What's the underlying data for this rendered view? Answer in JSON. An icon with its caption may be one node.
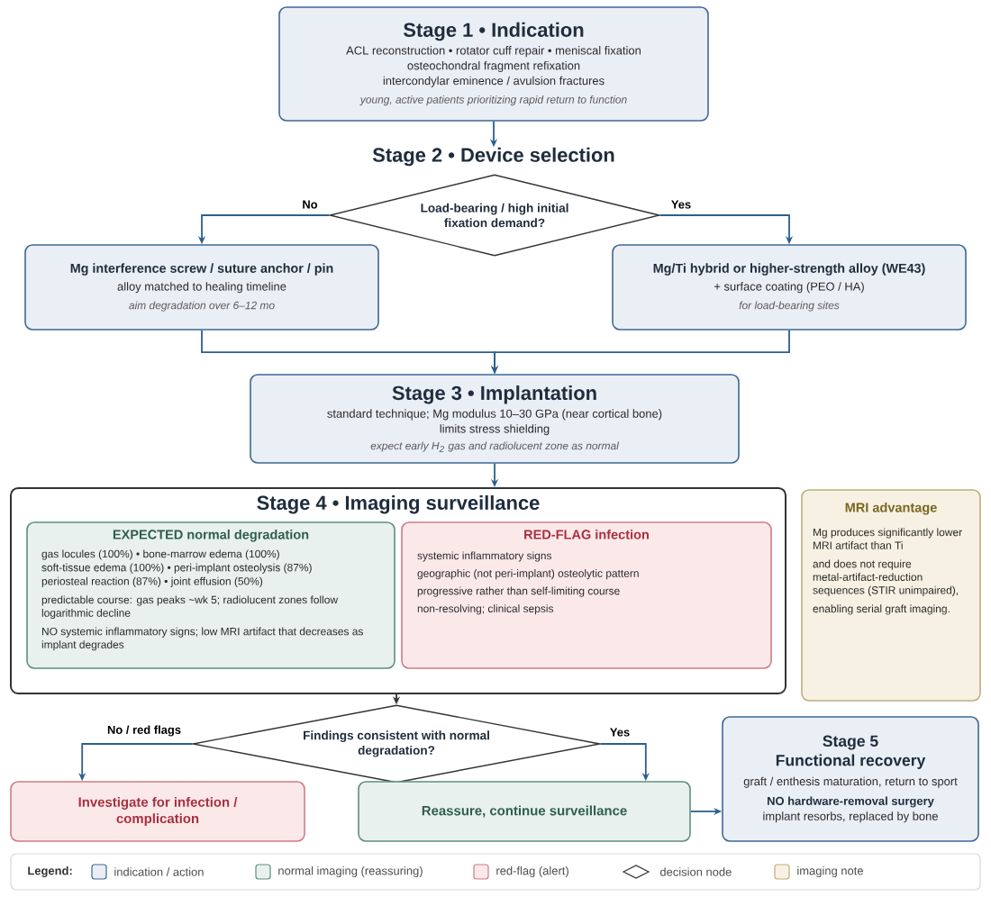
{
  "diagram": {
    "nodes": [
      {
        "text": [
          "Stage 1 • Indication",
          "ACL reconstruction • rotator cuff repair • meniscal fixation",
          "osteochondral fragment refixation",
          "intercondylar eminence / avulsion fractures",
          "young, active patients prioritizing rapid return to function"
        ]
      },
      {
        "text": [
          "Stage 2 • Device selection"
        ]
      },
      {
        "text": [
          "Load-bearing / high initial fixation demand?"
        ]
      },
      {
        "text": [
          "Mg interference screw / suture anchor / pin",
          "alloy matched to healing timeline",
          "aim degradation over 6–12 mo"
        ]
      },
      {
        "text": [
          "Mg/Ti hybrid or higher-strength alloy (WE43)",
          "+ surface coating (PEO / HA)",
          "for load-bearing sites"
        ]
      },
      {
        "text": [
          "Stage 3 • Implantation",
          "standard technique; Mg modulus 10–30 GPa (near cortical bone)",
          "limits stress shielding",
          "expect early H$_{2}$ gas and radiolucent zone as normal"
        ]
      },
      {
        "text": [
          "Stage 4 • Imaging surveillance"
        ]
      },
      {
        "text": [
          "EXPECTED normal degradation",
          "gas locules (100%) • bone-marrow edema (100%)",
          "soft-tissue edema (100%) • peri-implant osteolysis (87%)",
          "periosteal reaction (87%) • joint effusion (50%)",
          "predictable course: gas peaks ~wk 5; radiolucent zones follow logarithmic decline",
          "NO systemic inflammatory signs; low MRI artifact that decreases as implant degrades"
        ],
        "in": 6
      },
      {
        "text": [
          "RED-FLAG infection",
          "systemic inflammatory signs",
          "geographic (not peri-implant) osteolytic pattern",
          "progressive rather than self-limiting course",
          "non-resolving; clinical sepsis"
        ],
        "in": 6
      },
      {
        "text": [
          "MRI advantage",
          "Mg produces significantly lower MRI artifact than Ti",
          "and does not require metal-artifact-reduction sequences (STIR unimpaired),",
          "enabling serial graft imaging."
        ]
      },
      {
        "text": [
          "Findings consistent with normal degradation?"
        ]
      },
      {
        "text": [
          "Investigate for infection / complication"
        ]
      },
      {
        "text": [
          "Reassure, continue surveillance"
        ]
      },
      {
        "text": [
          "Stage 5",
          "Functional recovery",
          "graft / enthesis maturation, return to sport",
          "NO hardware-removal surgery",
          "implant resorbs, replaced by bone"
        ]
      }
    ],
    "edges": [
      {
        "from": 0,
        "to": 1,
        "arrow": "to"
      },
      {
        "from": 2,
        "to": 3,
        "arrow": "to",
        "label": "No"
      },
      {
        "from": 2,
        "to": 4,
        "arrow": "to",
        "label": "Yes"
      },
      {
        "from": 3,
        "to": 5,
        "arrow": "to"
      },
      {
        "from": 4,
        "to": 5,
        "arrow": "to"
      },
      {
        "from": 5,
        "to": 6,
        "arrow": "to"
      },
      {
        "from": 6,
        "to": 10,
        "arrow": "to",
        "color": "#333333"
      },
      {
        "from": 10,
        "to": 11,
        "arrow": "to",
        "label": "No / red flags"
      },
      {
        "from": 10,
        "to": 12,
        "arrow": "to",
        "label": "Yes"
      },
      {
        "from": 12,
        "to": 13,
        "arrow": "to"
      }
    ],
    "labels": [
      "Legend:"
    ],
    "legend": [
      {
        "text": "indication / action",
        "color": "#eaeef5"
      },
      {
        "text": "normal imaging (reassuring)",
        "color": "#e8f1ee"
      },
      {
        "text": "red-flag (alert)",
        "color": "#fbe9ea"
      },
      {
        "text": "decision node"
      },
      {
        "text": "imaging note",
        "color": "#f6f1e2"
      }
    ]
  }
}
